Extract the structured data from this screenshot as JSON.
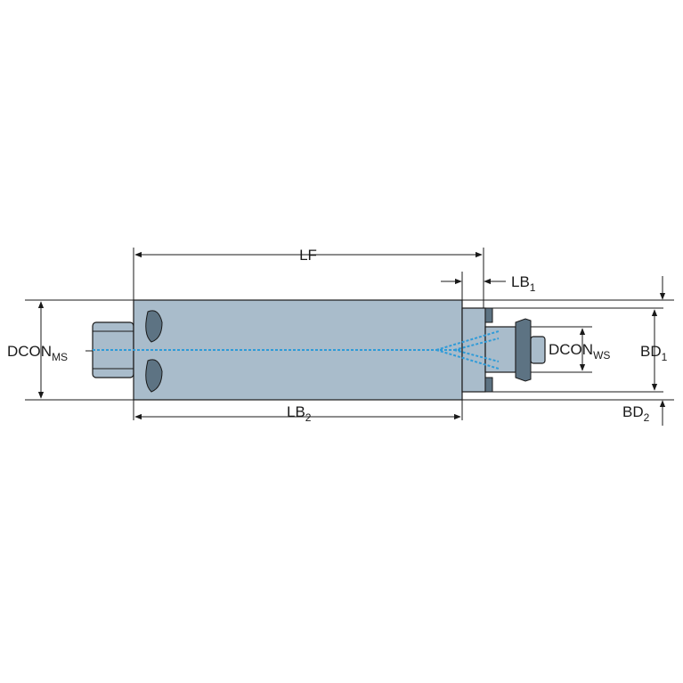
{
  "labels": {
    "lf": "LF",
    "lb1": {
      "base": "LB",
      "sub": "1"
    },
    "lb2": {
      "base": "LB",
      "sub": "2"
    },
    "dcon_ms": {
      "base": "DCON",
      "sub": "MS"
    },
    "dcon_ws": {
      "base": "DCON",
      "sub": "WS"
    },
    "bd1": {
      "base": "BD",
      "sub": "1"
    },
    "bd2": {
      "base": "BD",
      "sub": "2"
    }
  },
  "colors": {
    "body": "#a9bccb",
    "dark": "#5d7383",
    "coolant": "#2f9bd8",
    "lines": "#1a1a1a"
  }
}
